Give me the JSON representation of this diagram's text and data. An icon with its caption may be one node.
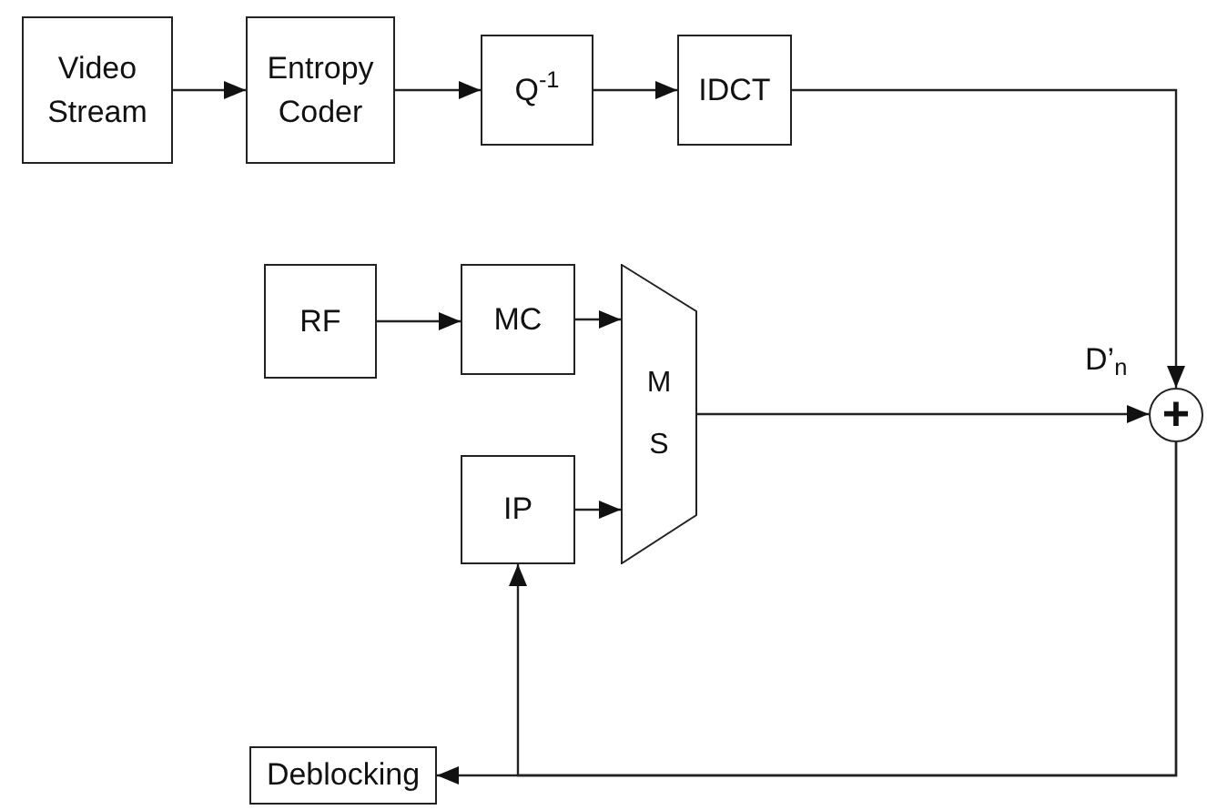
{
  "diagram": {
    "nodes": [
      {
        "text": [
          "Video Stream"
        ]
      },
      {
        "text": [
          "Entropy Coder"
        ]
      },
      {
        "text": [
          "Q$^{-1}$"
        ]
      },
      {
        "text": [
          "IDCT"
        ]
      },
      {
        "text": [
          "RF"
        ]
      },
      {
        "text": [
          "MC"
        ]
      },
      {
        "text": [
          "M S"
        ]
      },
      {
        "text": [
          "IP"
        ]
      },
      {
        "text": [
          "+"
        ],
        "beside": [
          "D’$_{n}$"
        ]
      },
      {
        "text": [
          "Deblocking"
        ]
      }
    ],
    "edges": [
      {
        "from": 0,
        "to": 1,
        "arrow": "to"
      },
      {
        "from": 1,
        "to": 2,
        "arrow": "to"
      },
      {
        "from": 2,
        "to": 3,
        "arrow": "to"
      },
      {
        "from": 3,
        "to": 8,
        "arrow": "to"
      },
      {
        "from": 4,
        "to": 5,
        "arrow": "to"
      },
      {
        "from": 5,
        "to": 6,
        "arrow": "to"
      },
      {
        "from": 7,
        "to": 6,
        "arrow": "to"
      },
      {
        "from": 6,
        "to": 8,
        "arrow": "to"
      },
      {
        "from": 8,
        "to": 9,
        "arrow": "to"
      },
      {
        "from": 8,
        "to": 7,
        "arrow": "to"
      }
    ]
  }
}
